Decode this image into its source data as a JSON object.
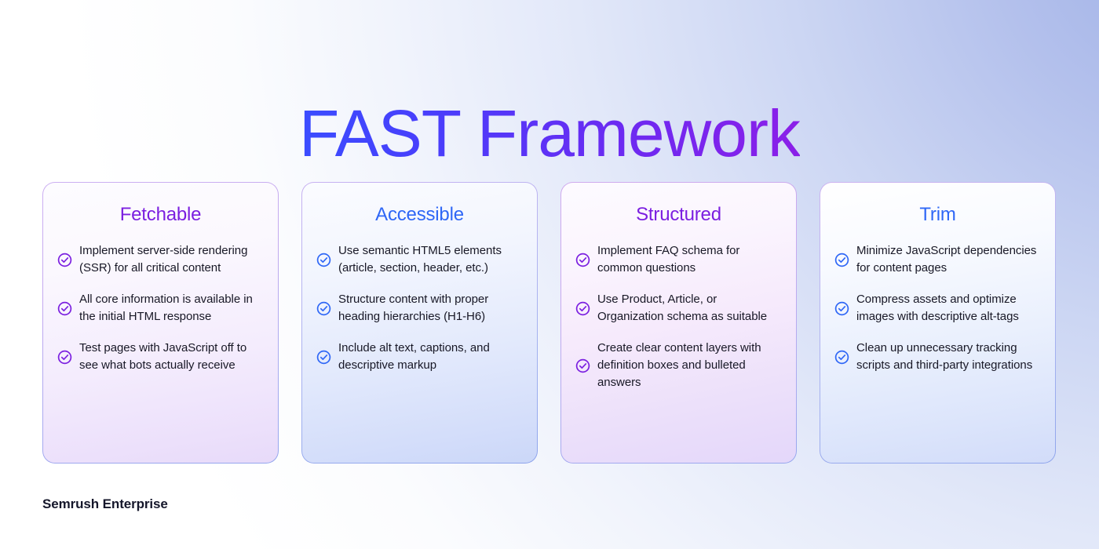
{
  "slide": {
    "title": "FAST Framework",
    "title_gradient_from": "#3b4dff",
    "title_gradient_to": "#8b1fe8",
    "footer": "Semrush Enterprise",
    "background_accent": "#9eb0e6"
  },
  "cards": [
    {
      "title": "Fetchable",
      "accent": "#7b1fe0",
      "icon": "check-circle-icon",
      "items": [
        "Implement server-side rendering (SSR) for all critical content",
        "All core information is available in the initial HTML response",
        "Test pages with JavaScript off to see what bots actually receive"
      ]
    },
    {
      "title": "Accessible",
      "accent": "#2f67f6",
      "icon": "check-circle-icon",
      "items": [
        "Use semantic HTML5 elements (article, section, header, etc.)",
        "Structure content with proper heading hierarchies (H1-H6)",
        "Include alt text, captions, and descriptive markup"
      ]
    },
    {
      "title": "Structured",
      "accent": "#7b1fe0",
      "icon": "check-circle-icon",
      "items": [
        "Implement FAQ schema for common questions",
        "Use Product, Article, or Organization schema as suitable",
        "Create clear content layers with definition boxes and bulleted answers"
      ]
    },
    {
      "title": "Trim",
      "accent": "#2f67f6",
      "icon": "check-circle-icon",
      "items": [
        "Minimize JavaScript dependencies for content pages",
        "Compress assets and optimize images with descriptive alt-tags",
        "Clean up unnecessary tracking scripts and third-party integrations"
      ]
    }
  ]
}
